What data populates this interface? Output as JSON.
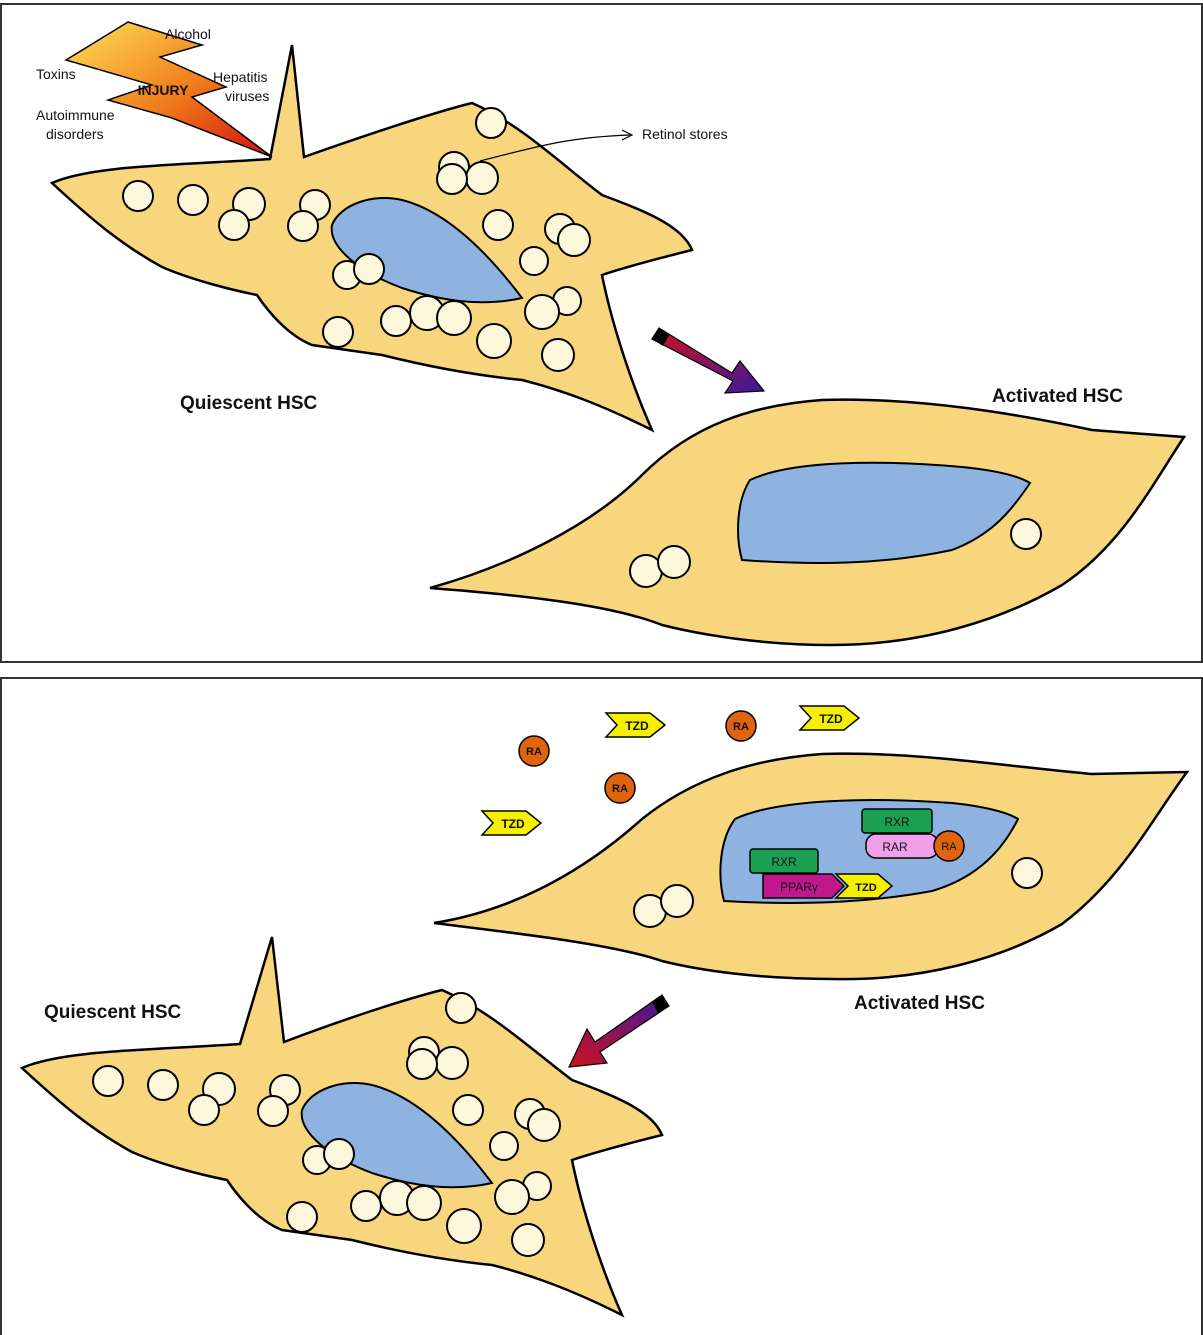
{
  "colors": {
    "cell_fill": "#f8d67e",
    "cell_stroke": "#000000",
    "nucleus_fill": "#8fb3e0",
    "droplet_fill": "#fdf8dc",
    "injury_fill": "#e8541a",
    "tzd_fill": "#f4f000",
    "ra_fill": "#e0640e",
    "rxr_fill": "#1aa050",
    "rar_fill": "#f0a0e8",
    "ppar_fill": "#c0188a"
  },
  "panel_top": {
    "injury": {
      "label": "INJURY",
      "causes": [
        "Alcohol",
        "Toxins",
        "Hepatitis",
        "viruses",
        "Autoimmune",
        "disorders"
      ]
    },
    "retinol_label": "Retinol stores",
    "quiescent_label": "Quiescent HSC",
    "activated_label": "Activated HSC"
  },
  "panel_bottom": {
    "quiescent_label": "Quiescent HSC",
    "activated_label": "Activated HSC",
    "tzd_label": "TZD",
    "ra_label": "RA",
    "receptors": {
      "rxr": "RXR",
      "rar": "RAR",
      "ppar": "PPARγ",
      "tzd": "TZD",
      "ra": "RA"
    }
  }
}
